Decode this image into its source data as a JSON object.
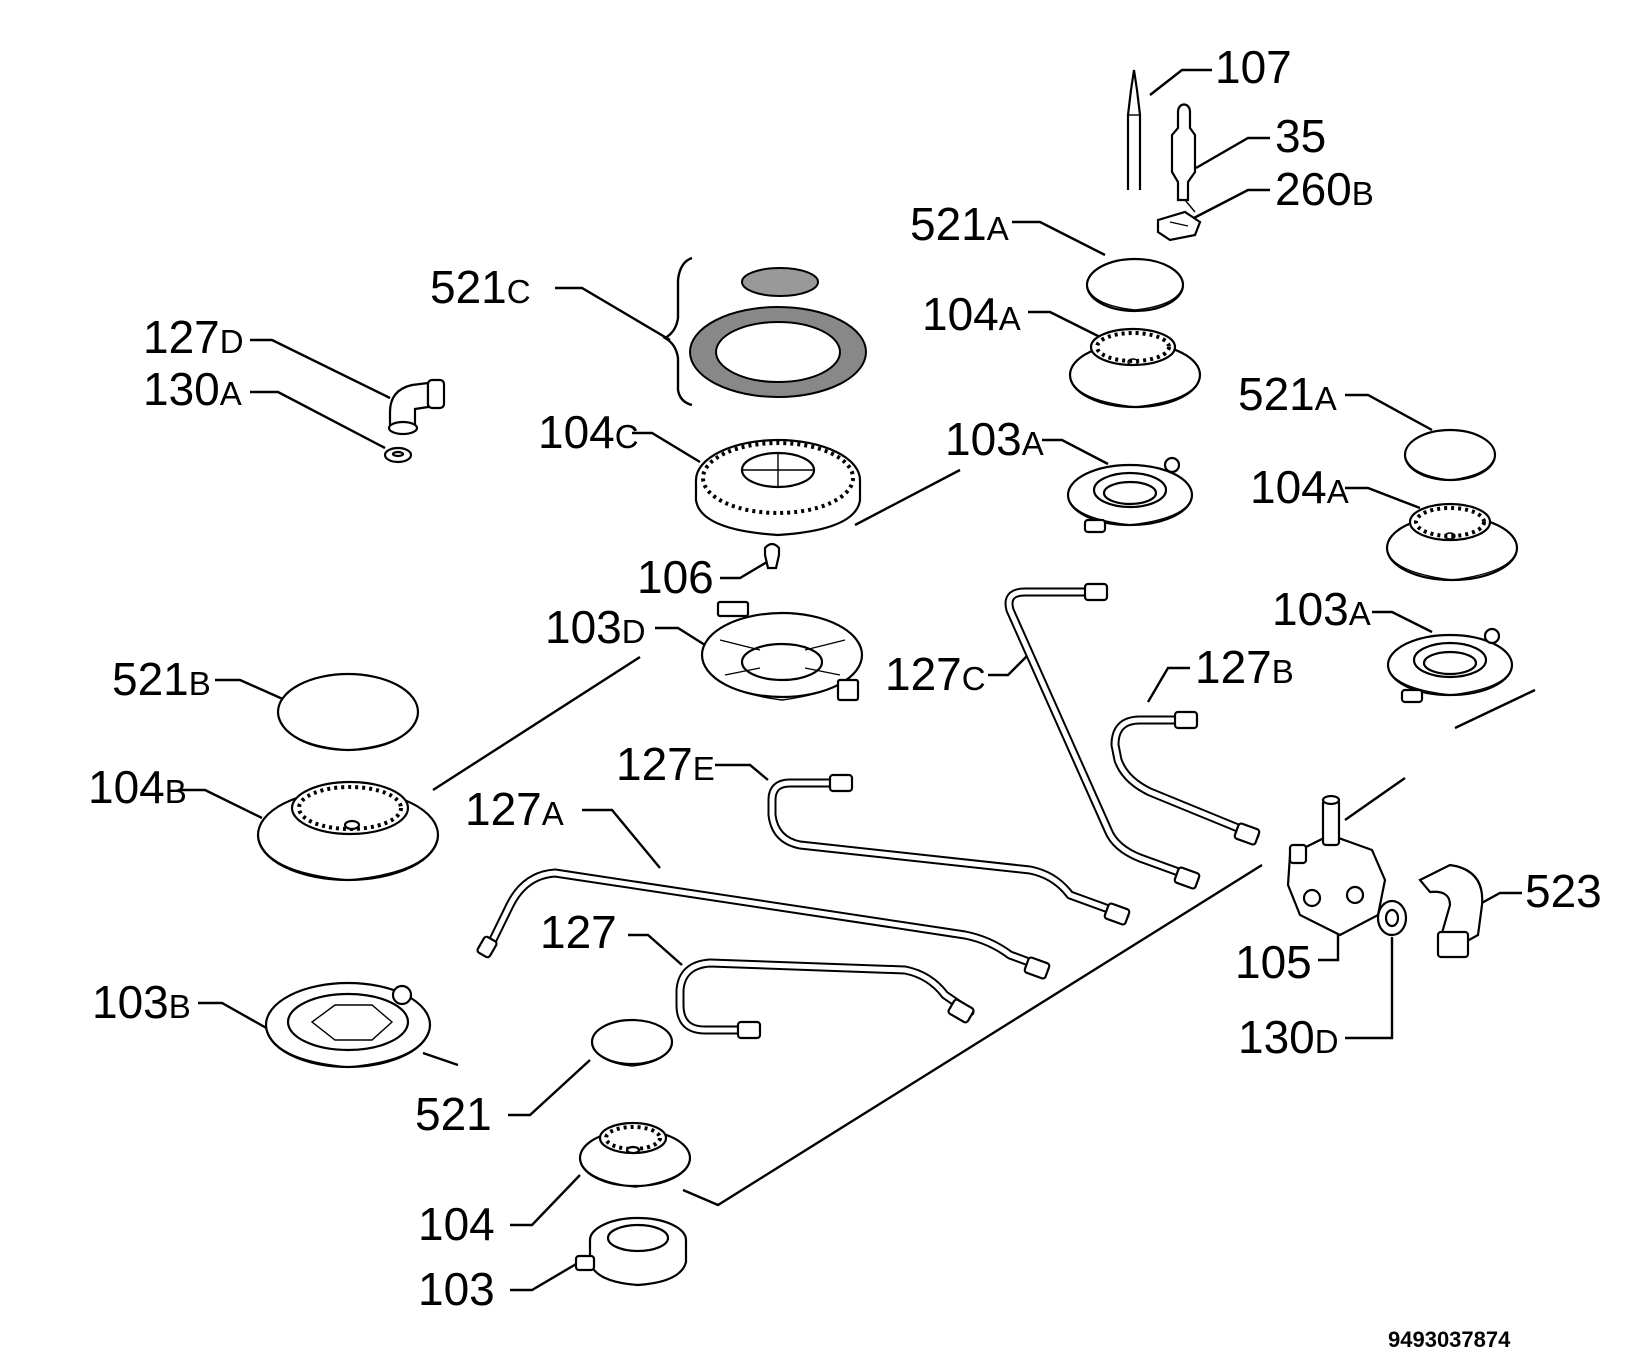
{
  "diagram_ref": "9493037874",
  "callouts": [
    {
      "id": "107",
      "num": "107",
      "suffix": ""
    },
    {
      "id": "35",
      "num": "35",
      "suffix": ""
    },
    {
      "id": "260b",
      "num": "260",
      "suffix": "B"
    },
    {
      "id": "521a-top",
      "num": "521",
      "suffix": "A"
    },
    {
      "id": "104a-top",
      "num": "104",
      "suffix": "A"
    },
    {
      "id": "521c",
      "num": "521",
      "suffix": "C"
    },
    {
      "id": "127d",
      "num": "127",
      "suffix": "D"
    },
    {
      "id": "130a",
      "num": "130",
      "suffix": "A"
    },
    {
      "id": "104c",
      "num": "104",
      "suffix": "C"
    },
    {
      "id": "103a-mid",
      "num": "103",
      "suffix": "A"
    },
    {
      "id": "521a-right",
      "num": "521",
      "suffix": "A"
    },
    {
      "id": "104a-right",
      "num": "104",
      "suffix": "A"
    },
    {
      "id": "106",
      "num": "106",
      "suffix": ""
    },
    {
      "id": "103a-right",
      "num": "103",
      "suffix": "A"
    },
    {
      "id": "103d",
      "num": "103",
      "suffix": "D"
    },
    {
      "id": "127c",
      "num": "127",
      "suffix": "C"
    },
    {
      "id": "127b",
      "num": "127",
      "suffix": "B"
    },
    {
      "id": "521b",
      "num": "521",
      "suffix": "B"
    },
    {
      "id": "127e",
      "num": "127",
      "suffix": "E"
    },
    {
      "id": "104b",
      "num": "104",
      "suffix": "B"
    },
    {
      "id": "127a",
      "num": "127",
      "suffix": "A"
    },
    {
      "id": "523",
      "num": "523",
      "suffix": ""
    },
    {
      "id": "127",
      "num": "127",
      "suffix": ""
    },
    {
      "id": "105",
      "num": "105",
      "suffix": ""
    },
    {
      "id": "103b",
      "num": "103",
      "suffix": "B"
    },
    {
      "id": "130d",
      "num": "130",
      "suffix": "D"
    },
    {
      "id": "521",
      "num": "521",
      "suffix": ""
    },
    {
      "id": "104",
      "num": "104",
      "suffix": ""
    },
    {
      "id": "103",
      "num": "103",
      "suffix": ""
    }
  ]
}
